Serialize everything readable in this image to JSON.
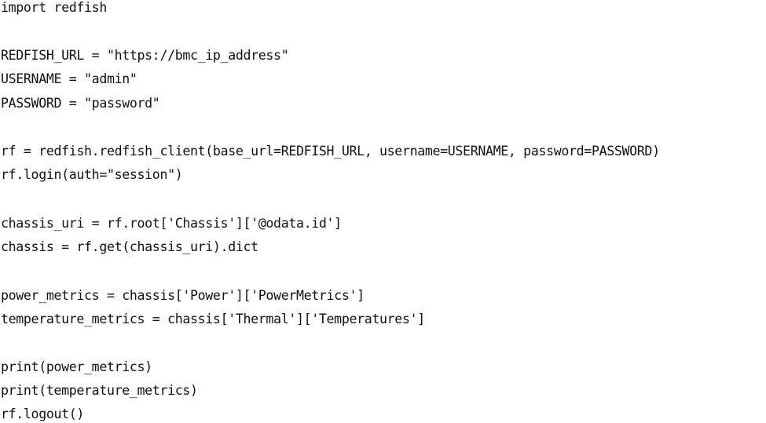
{
  "code": {
    "lines": [
      "import redfish",
      "",
      "REDFISH_URL = \"https://bmc_ip_address\"",
      "USERNAME = \"admin\"",
      "PASSWORD = \"password\"",
      "",
      "rf = redfish.redfish_client(base_url=REDFISH_URL, username=USERNAME, password=PASSWORD)",
      "rf.login(auth=\"session\")",
      "",
      "chassis_uri = rf.root['Chassis']['@odata.id']",
      "chassis = rf.get(chassis_uri).dict",
      "",
      "power_metrics = chassis['Power']['PowerMetrics']",
      "temperature_metrics = chassis['Thermal']['Temperatures']",
      "",
      "print(power_metrics)",
      "print(temperature_metrics)",
      "rf.logout()"
    ]
  }
}
